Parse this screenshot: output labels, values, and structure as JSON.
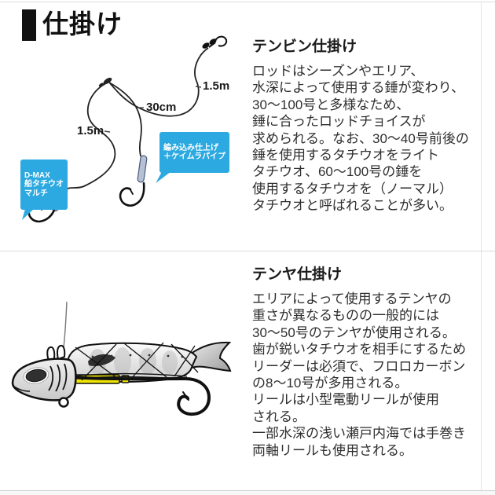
{
  "page": {
    "title": "仕掛け"
  },
  "colors": {
    "callout_blue": "#2BA9E0",
    "keimura_yellow": "#F0E400"
  },
  "tenbin": {
    "heading": "テンビン仕掛け",
    "body": "ロッドはシーズンやエリア、\n水深によって使用する錘が変わり、\n30～100号と多様なため、\n錘に合ったロッドチョイスが\n求められる。なお、30～40号前後の\n錘を使用するタチウオをライト\nタチウオ、60～100号の錘を\n使用するタチウオを（ノーマル）\nタチウオと呼ばれることが多い。",
    "labels": {
      "upper_line_length": "1.5m",
      "branch_length": "30cm",
      "lower_line_length": "1.5m"
    },
    "callouts": [
      {
        "text": "D-MAX\n船タチウオ\nマルチ"
      },
      {
        "text": "編み込み仕上げ\n＋ケイムラパイプ"
      }
    ]
  },
  "tenya": {
    "heading": "テンヤ仕掛け",
    "body": "エリアによって使用するテンヤの\n重さが異なるものの一般的には\n30～50号のテンヤが使用される。\n歯が鋭いタチウオを相手にするため\nリーダーは必須で、フロロカーボン\nの8～10号が多用される。\nリールは小型電動リールが使用\nされる。\n一部水深の浅い瀬戸内海では手巻き\n両軸リールも使用される。"
  }
}
